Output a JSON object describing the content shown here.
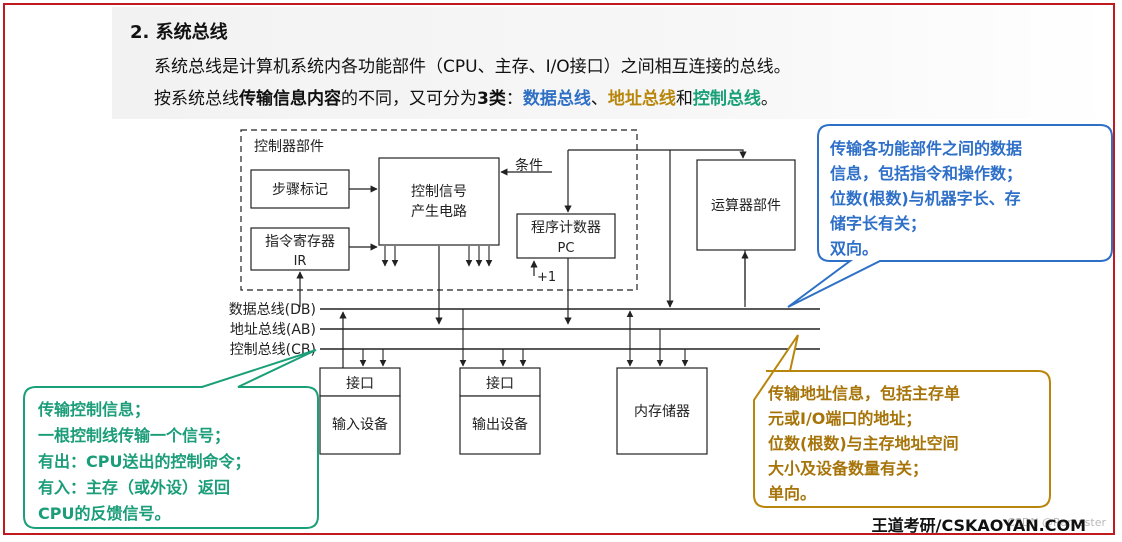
{
  "heading": "2. 系统总线",
  "line1": "系统总线是计算机系统内各功能部件（CPU、主存、I/O接口）之间相互连接的总线。",
  "line2": {
    "prefix": "按系统总线",
    "bold": "传输信息内容",
    "middle": "的不同，又可分为",
    "count": "3类",
    "colon": "：",
    "data_bus": "数据总线",
    "sep1": "、",
    "addr_bus": "地址总线",
    "and": "和",
    "ctrl_bus": "控制总线",
    "end": "。"
  },
  "diagram": {
    "controller_group": "控制器部件",
    "step_counter": "步骤标记",
    "ir_line1": "指令寄存器",
    "ir_line2": "IR",
    "signal_line1": "控制信号",
    "signal_line2": "产生电路",
    "condition": "条件",
    "pc_line1": "程序计数器",
    "pc_line2": "PC",
    "plus_one": "+1",
    "alu": "运算器部件",
    "bus_data": "数据总线(DB)",
    "bus_addr": "地址总线(AB)",
    "bus_ctrl": "控制总线(CB)",
    "interface": "接口",
    "input_device": "输入设备",
    "output_device": "输出设备",
    "memory": "内存储器"
  },
  "callouts": {
    "blue": [
      "传输各功能部件之间的数据",
      "信息，包括指令和操作数；",
      "位数(根数)与机器字长、存",
      "储字长有关；",
      "双向。"
    ],
    "gold": [
      "传输地址信息，包括主存单",
      "元或I/O端口的地址；",
      "位数(根数)与主存地址空间",
      "大小及设备数量有关；",
      "单向。"
    ],
    "green": [
      "传输控制信息；",
      "一根控制线传输一个信号；",
      "有出：CPU送出的控制命令；",
      "有入：主存（或外设）返回",
      "CPU的反馈信号。"
    ]
  },
  "footer": "王道考研/CSKAOYAN.COM",
  "watermark": "CSDN @Ramaster",
  "colors": {
    "frame": "#c0191f",
    "blue": "#2e70c5",
    "gold": "#b8860b",
    "green": "#19a078"
  }
}
